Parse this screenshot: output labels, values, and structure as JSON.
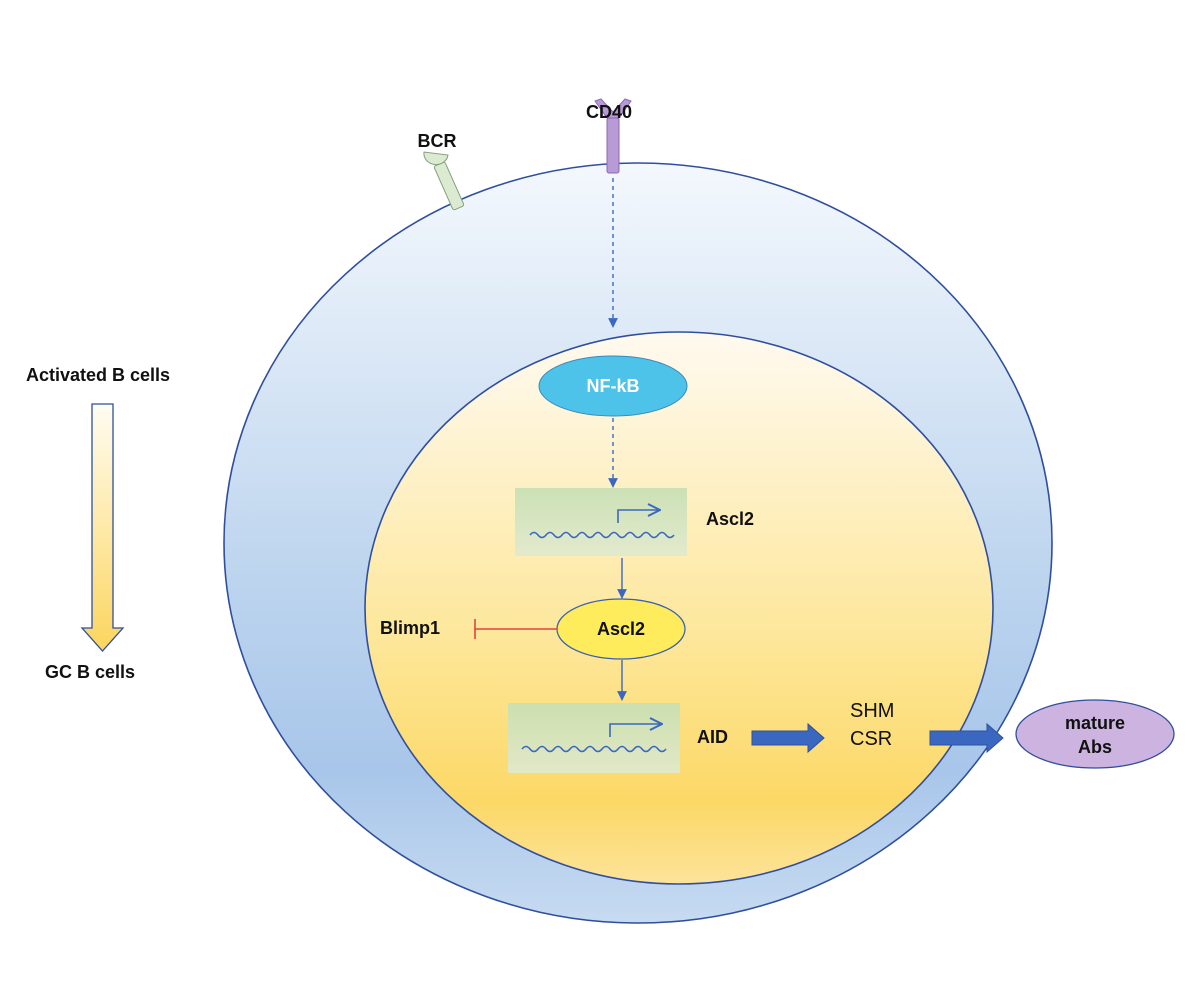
{
  "side_flow": {
    "top_label": "Activated B cells",
    "bottom_label": "GC B cells"
  },
  "receptors": {
    "bcr_label": "BCR",
    "cd40_label": "CD40"
  },
  "nucleus": {
    "nfkb_label": "NF-kB",
    "gene1_label": "Ascl2",
    "protein_label": "Ascl2",
    "inhibited_label": "Blimp1",
    "gene2_label": "AID"
  },
  "outputs": {
    "process_line1": "SHM",
    "process_line2": "CSR",
    "product_line1": "mature",
    "product_line2": "Abs"
  },
  "colors": {
    "cell_stroke": "#2f4f9e",
    "nfkb_fill": "#4ec3ea",
    "ascl2_fill": "#ffec5c",
    "abs_fill": "#cdb3e0",
    "arrow_blue": "#3a68c0",
    "inhibit_red": "#e0443c"
  }
}
